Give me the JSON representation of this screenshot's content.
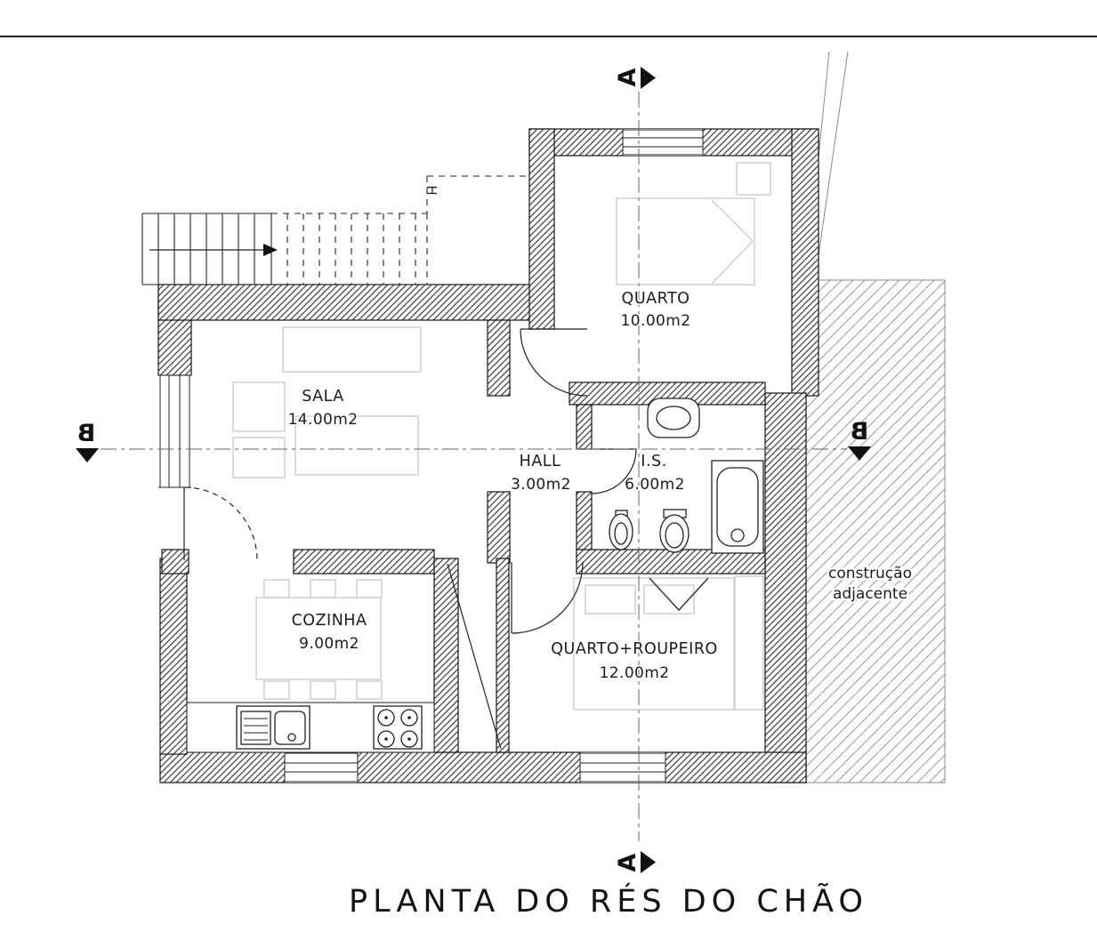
{
  "page": {
    "title": "PLANTA DO RÉS DO CHÃO"
  },
  "rooms": {
    "quarto": {
      "name": "QUARTO",
      "area": "10.00m2"
    },
    "sala": {
      "name": "SALA",
      "area": "14.00m2"
    },
    "hall": {
      "name": "HALL",
      "area": "3.00m2"
    },
    "is": {
      "name": "I.S.",
      "area": "6.00m2"
    },
    "cozinha": {
      "name": "COZINHA",
      "area": "9.00m2"
    },
    "quarto_roupeiro": {
      "name": "QUARTO+ROUPEIRO",
      "area": "12.00m2"
    }
  },
  "annotations": {
    "adjacent_line1": "construção",
    "adjacent_line2": "adjacente",
    "stair_marker": "H"
  },
  "section_markers": {
    "a": "A",
    "b": "B"
  },
  "colors": {
    "line": "#161616",
    "wall_hatch": "#3f3f3f",
    "area_hatch": "#9a9a9a",
    "furniture": "#cfcfcf"
  }
}
